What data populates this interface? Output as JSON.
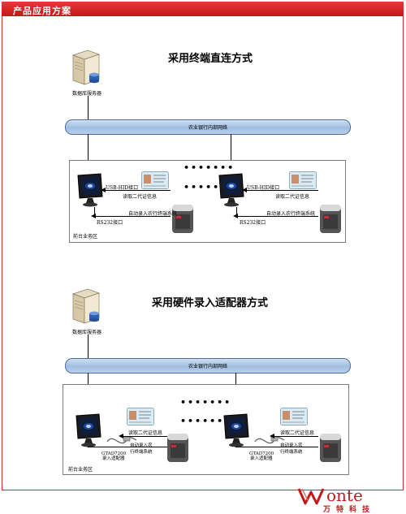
{
  "header": {
    "title": "产品应用方案"
  },
  "sections": [
    {
      "title": "采用终端直连方式",
      "server_label": "数据库服务器",
      "bus_label": "农业银行内部网络",
      "area_label": "前台业务区",
      "usb_label": "USB-HID接口",
      "rs232_label": "RS232接口",
      "read_id_label": "读取二代证信息",
      "auto_entry_label": "自动录入农行终端系统",
      "ellipsis": "•••••••"
    },
    {
      "title": "采用硬件录入适配器方式",
      "server_label": "数据库服务器",
      "bus_label": "农业银行内部网络",
      "area_label": "前台业务区",
      "adapter_label_1": "GTAD7200",
      "adapter_label_2": "录入适配器",
      "read_id_label": "读取二代证信息",
      "auto_entry_label_1": "自动录入农",
      "auto_entry_label_2": "行终端系统",
      "ellipsis": "•••••••"
    }
  ],
  "brand": {
    "logo_text": "onte",
    "chinese": "万特科技",
    "color": "#c41818"
  }
}
